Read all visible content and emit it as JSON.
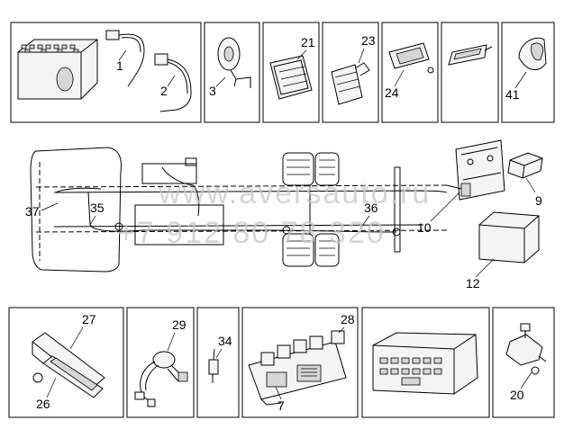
{
  "watermark": {
    "line1": "www.aversauto.ru",
    "line2": "+7 912 80 78 320"
  },
  "callouts": {
    "c1": "1",
    "c2": "2",
    "c3": "3",
    "c21": "21",
    "c23": "23",
    "c24": "24",
    "c41": "41",
    "c9": "9",
    "c10": "10",
    "c12": "12",
    "c35": "35",
    "c36": "36",
    "c37": "37",
    "c27": "27",
    "c26": "26",
    "c29": "29",
    "c34": "34",
    "c28": "28",
    "c7": "7",
    "c20": "20"
  }
}
